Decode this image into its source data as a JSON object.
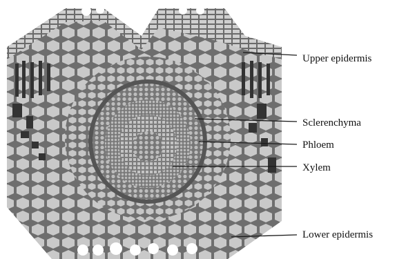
{
  "labels": [
    {
      "id": "upper",
      "text": "Upper epidermis"
    },
    {
      "id": "scler",
      "text": "Sclerenchyma"
    },
    {
      "id": "phloem",
      "text": "Phloem"
    },
    {
      "id": "xylem",
      "text": "Xylem"
    },
    {
      "id": "lower",
      "text": "Lower epidermis"
    }
  ],
  "colors": {
    "cell_fill": "#c9c9c9",
    "cell_wall": "#6e6e6e",
    "sclerenchyma": "#555555",
    "phloem": "#b6b6b6",
    "xylem": "#bdbdbd",
    "dark_cells": "#333333",
    "background": "#ffffff"
  }
}
